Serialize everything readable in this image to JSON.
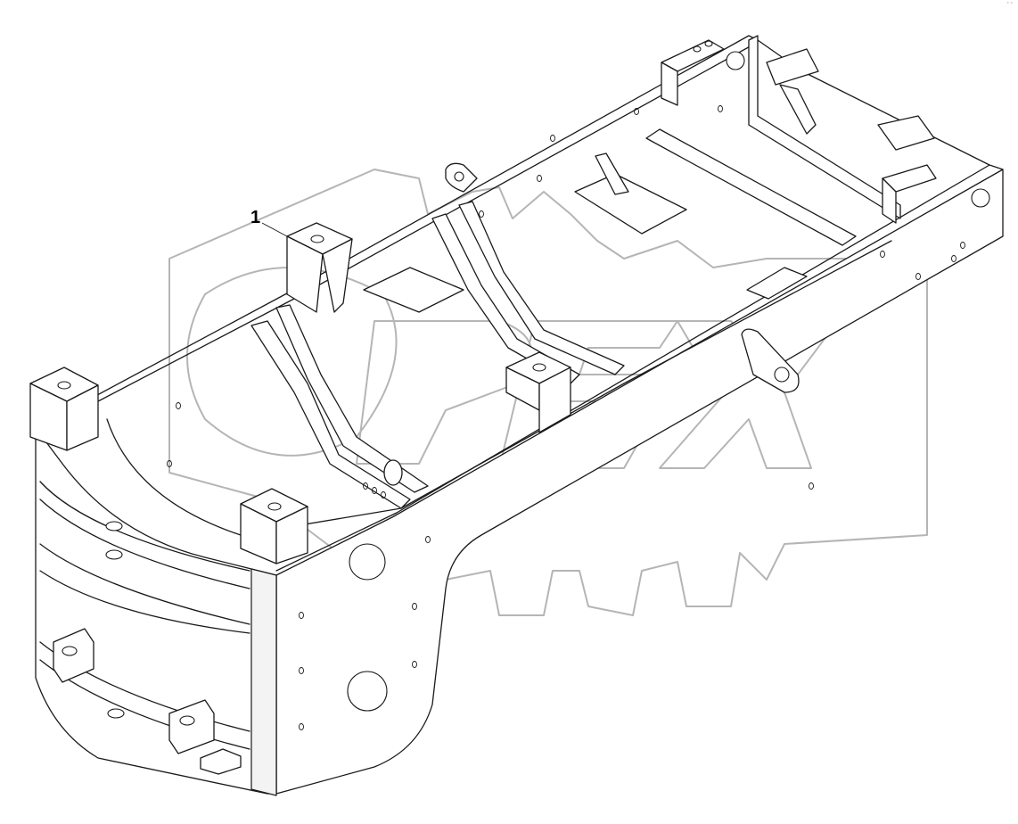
{
  "diagram": {
    "watermark": "OPEX",
    "callouts": [
      {
        "id": "1",
        "label": "1"
      }
    ],
    "corner_note": "° °"
  }
}
